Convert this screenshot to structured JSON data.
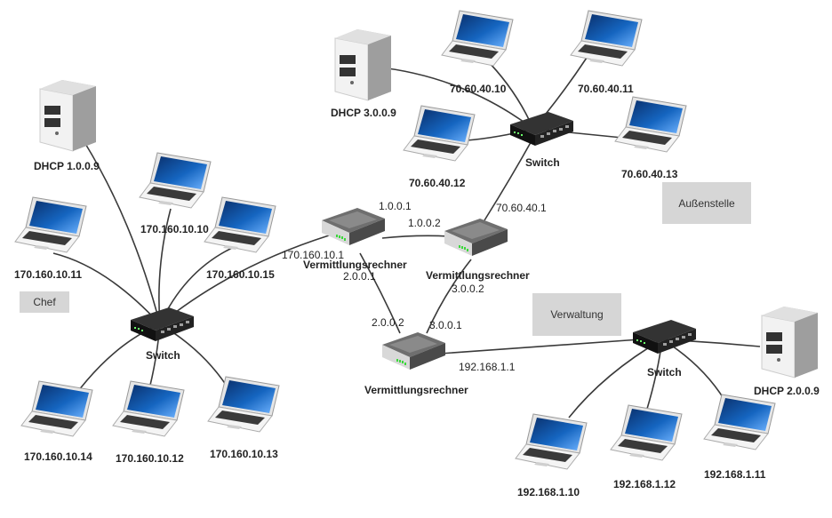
{
  "areas": {
    "chef": "Chef",
    "verwaltung": "Verwaltung",
    "aussenstelle": "Außenstelle"
  },
  "devices": {
    "dhcp1": "DHCP 1.0.0.9",
    "dhcp3": "DHCP 3.0.0.9",
    "dhcp2": "DHCP 2.0.0.9",
    "switch_chef": "Switch",
    "switch_aussen": "Switch",
    "switch_verw": "Switch",
    "router_a": "Vermittlungsrechner",
    "router_b": "Vermittlungsrechner",
    "router_c": "Vermittlungsrechner",
    "pc_170_10": "170.160.10.10",
    "pc_170_11": "170.160.10.11",
    "pc_170_15": "170.160.10.15",
    "pc_170_14": "170.160.10.14",
    "pc_170_12": "170.160.10.12",
    "pc_170_13": "170.160.10.13",
    "pc_70_10": "70.60.40.10",
    "pc_70_11": "70.60.40.11",
    "pc_70_12": "70.60.40.12",
    "pc_70_13": "70.60.40.13",
    "pc_192_10": "192.168.1.10",
    "pc_192_12": "192.168.1.12",
    "pc_192_11": "192.168.1.11"
  },
  "interfaces": {
    "ra_chef": "170.160.10.1",
    "ra_b": "1.0.0.1",
    "ra_c": "2.0.0.1",
    "rb_a": "1.0.0.2",
    "rb_aussen": "70.60.40.1",
    "rb_c": "3.0.0.2",
    "rc_a": "2.0.0.2",
    "rc_b": "3.0.0.1",
    "rc_verw": "192.168.1.1"
  },
  "colors": {
    "link": "#3a3a3a",
    "screen": "#1565c0",
    "area_box": "#d6d6d6"
  }
}
